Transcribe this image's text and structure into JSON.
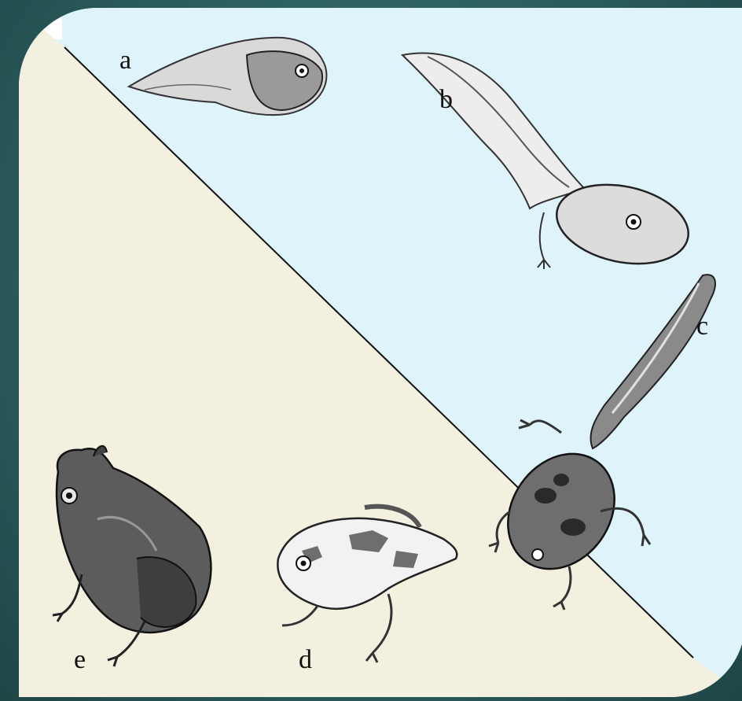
{
  "colors": {
    "background": "#2d5f60",
    "water": "#dff3fb",
    "land": "#f3f0e0",
    "divider": "#111111"
  },
  "stages": [
    {
      "id": "a",
      "label": "a"
    },
    {
      "id": "b",
      "label": "b"
    },
    {
      "id": "c",
      "label": "c"
    },
    {
      "id": "d",
      "label": "d"
    },
    {
      "id": "e",
      "label": "e"
    }
  ]
}
